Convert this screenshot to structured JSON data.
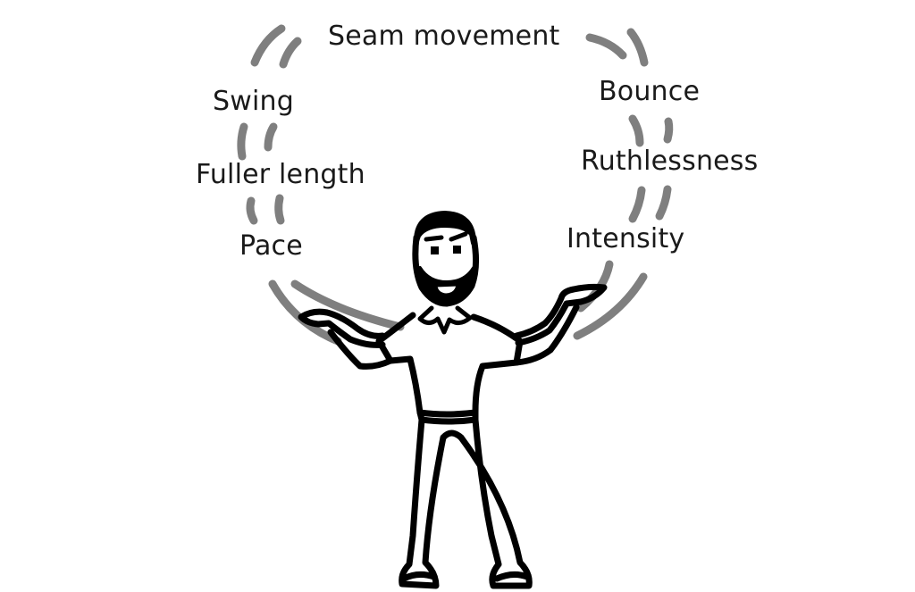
{
  "diagram": {
    "labels": {
      "seam_movement": "Seam movement",
      "swing": "Swing",
      "fuller_length": "Fuller length",
      "pace": "Pace",
      "bounce": "Bounce",
      "ruthlessness": "Ruthlessness",
      "intensity": "Intensity"
    },
    "colors": {
      "ink": "#000000",
      "arc_stroke": "#7f7f7f",
      "label_text": "#1a1a1a",
      "background": "#ffffff"
    },
    "figure": "stick-figure-juggler"
  }
}
